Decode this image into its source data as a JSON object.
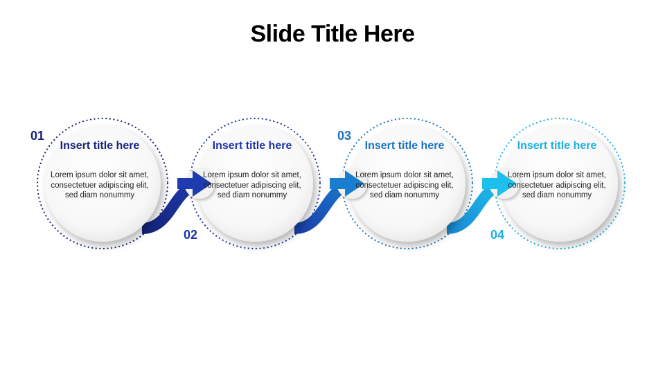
{
  "slide": {
    "title": "Slide Title Here"
  },
  "steps": [
    {
      "number": "01",
      "title": "Insert title here",
      "body": "Lorem ipsum dolor sit amet, consectetuer adipiscing elit, sed diam nonummy",
      "color": "#14237a"
    },
    {
      "number": "02",
      "title": "Insert title here",
      "body": "Lorem ipsum dolor sit amet, consectetuer adipiscing elit, sed diam nonummy",
      "color": "#1d34a6"
    },
    {
      "number": "03",
      "title": "Insert title here",
      "body": "Lorem ipsum dolor sit amet, consectetuer adipiscing elit, sed diam nonummy",
      "color": "#1a74c4"
    },
    {
      "number": "04",
      "title": "Insert title here",
      "body": "Lorem ipsum dolor sit amet, consectetuer adipiscing elit, sed diam nonummy",
      "color": "#1cb0e0"
    }
  ]
}
